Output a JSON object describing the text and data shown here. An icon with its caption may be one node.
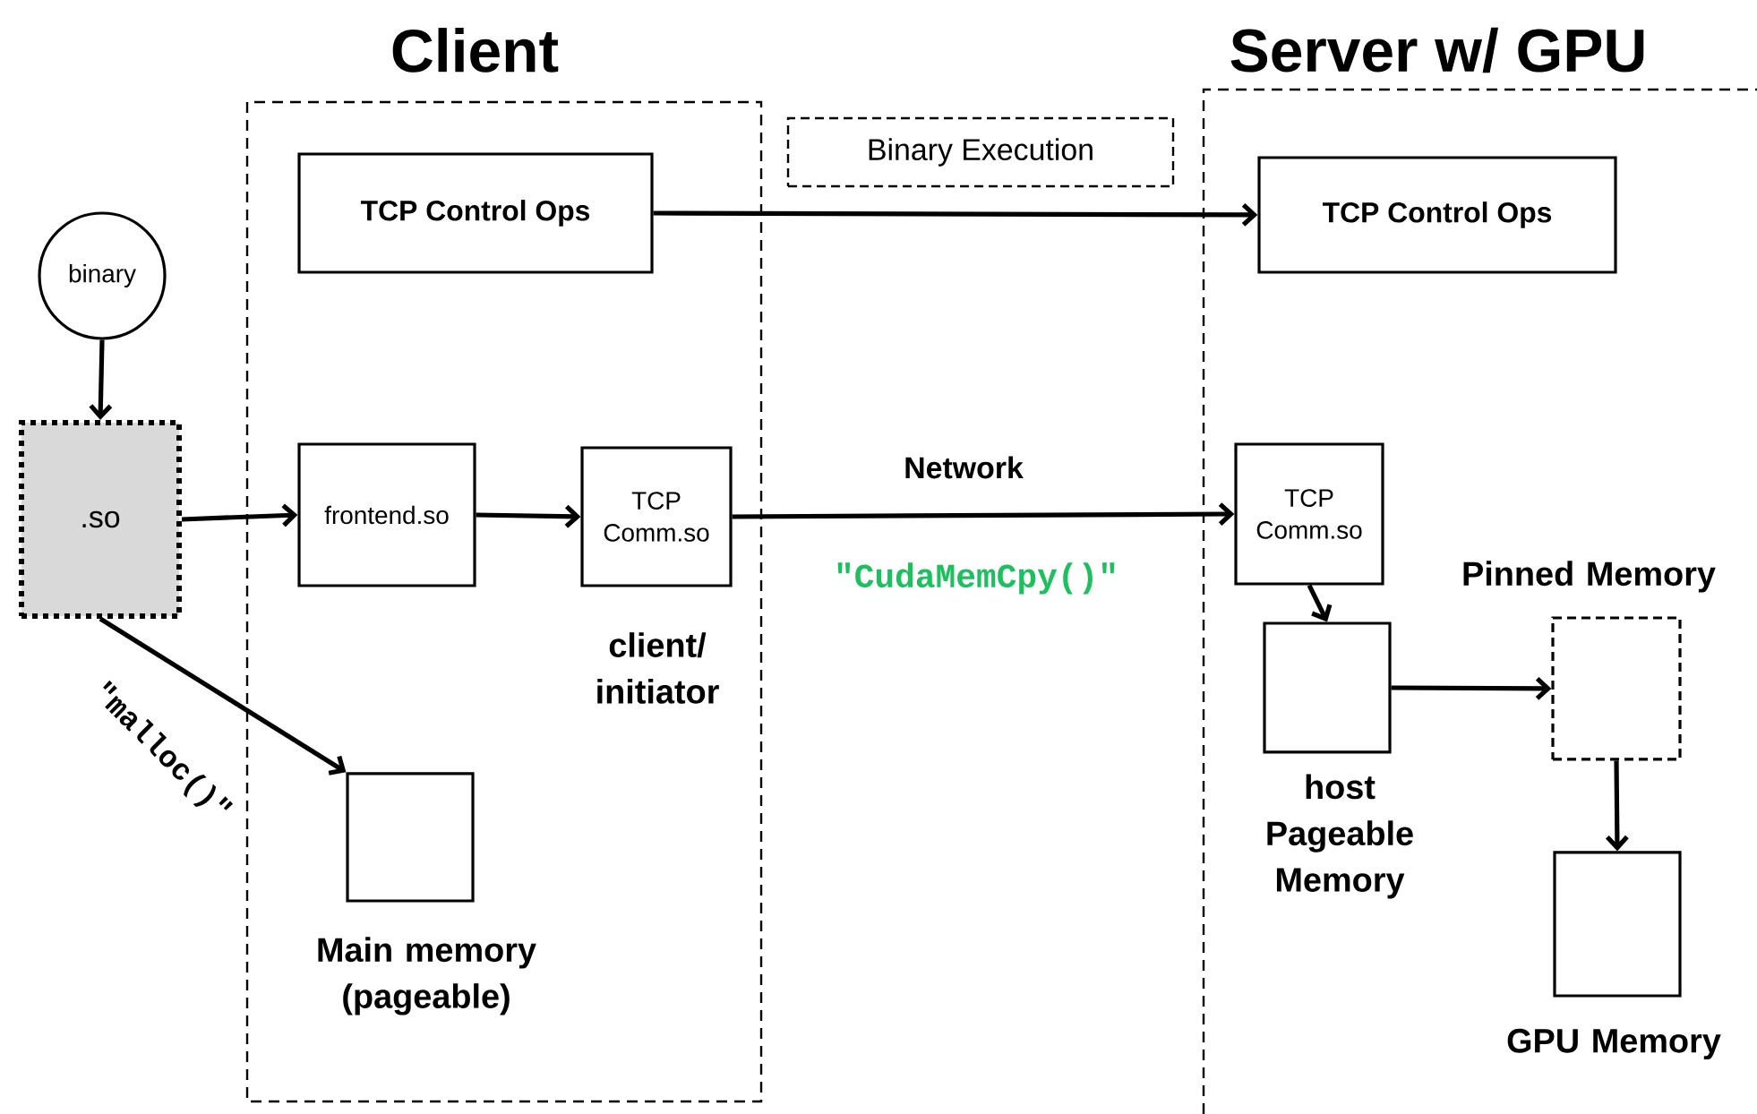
{
  "diagram": {
    "nodes": [
      {
        "text": [
          "Client"
        ]
      },
      {
        "text": [
          "Server w/ GPU"
        ]
      },
      {
        "text": [
          "Binary Execution"
        ]
      },
      {
        "text": [
          "binary"
        ]
      },
      {
        "text": [
          ".so"
        ]
      },
      {
        "text": [
          "TCP Control Ops"
        ],
        "in": 0
      },
      {
        "text": [
          "frontend.so"
        ],
        "in": 0
      },
      {
        "text": [
          "TCP Comm.so"
        ],
        "in": 0,
        "beside": [
          "client/ initiator"
        ]
      },
      {
        "text": [
          "Main memory (pageable)"
        ],
        "in": 0
      },
      {
        "text": [
          "TCP Control Ops"
        ],
        "in": 1
      },
      {
        "text": [
          "TCP Comm.so"
        ],
        "in": 1
      },
      {
        "text": [
          "host Pageable Memory"
        ],
        "in": 1
      },
      {
        "text": [
          "Pinned Memory"
        ],
        "in": 1
      },
      {
        "text": [
          "GPU Memory"
        ],
        "in": 1
      }
    ],
    "edges": [
      {
        "from": 3,
        "to": 4,
        "arrow": "to"
      },
      {
        "from": 4,
        "to": 6,
        "arrow": "to"
      },
      {
        "from": 6,
        "to": 7,
        "arrow": "to"
      },
      {
        "from": 7,
        "to": 10,
        "arrow": "to",
        "label": "Network"
      },
      {
        "from": 4,
        "to": 8,
        "arrow": "to",
        "label": "\"malloc()\""
      },
      {
        "from": 5,
        "to": 9,
        "arrow": "to"
      },
      {
        "from": 10,
        "to": 11,
        "arrow": "to"
      },
      {
        "from": 11,
        "to": 12,
        "arrow": "to"
      },
      {
        "from": 12,
        "to": 13,
        "arrow": "to"
      }
    ],
    "labels": [
      "\"CudaMemCpy()\""
    ]
  }
}
